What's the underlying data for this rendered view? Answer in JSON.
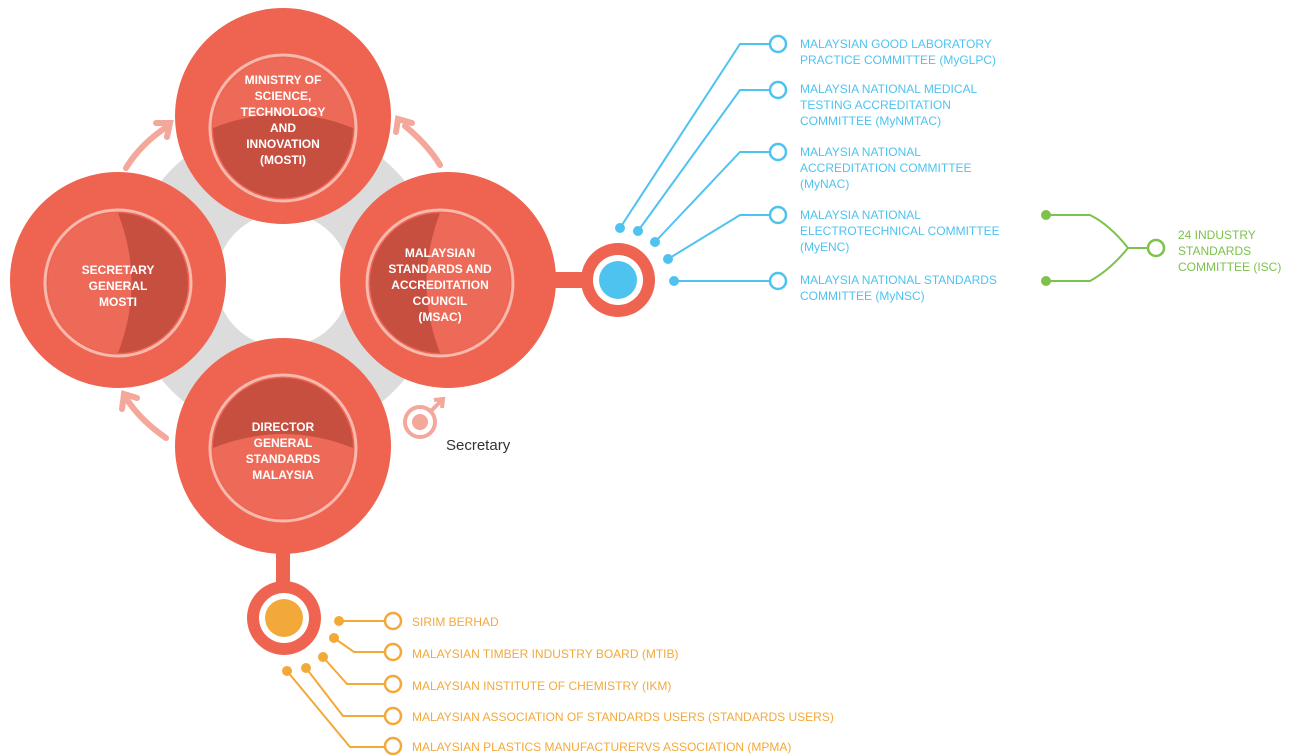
{
  "center_nodes": {
    "mosti": "MINISTRY OF\nSCIENCE,\nTECHNOLOGY\nAND\nINNOVATION\n(MOSTI)",
    "msac": "MALAYSIAN\nSTANDARDS AND\nACCREDITATION\nCOUNCIL\n(MSAC)",
    "secgen": "SECRETARY\nGENERAL\nMOSTI",
    "dg": "DIRECTOR\nGENERAL\nSTANDARDS\nMALAYSIA"
  },
  "secretary_label": "Secretary",
  "blue_committees": [
    "MALAYSIAN GOOD LABORATORY\nPRACTICE COMMITTEE (MyGLPC)",
    "MALAYSIA NATIONAL MEDICAL\nTESTING ACCREDITATION\nCOMMITTEE (MyNMTAC)",
    "MALAYSIA NATIONAL\nACCREDITATION COMMITTEE\n(MyNAC)",
    "MALAYSIA NATIONAL\nELECTROTECHNICAL COMMITTEE\n(MyENC)",
    "MALAYSIA NATIONAL STANDARDS\nCOMMITTEE (MyNSC)"
  ],
  "green_committee": "24 INDUSTRY\nSTANDARDS\nCOMMITTEE (ISC)",
  "orange_members": [
    "SIRIM BERHAD",
    "MALAYSIAN TIMBER INDUSTRY BOARD (MTIB)",
    "MALAYSIAN INSTITUTE OF CHEMISTRY (IKM)",
    "MALAYSIAN ASSOCIATION OF STANDARDS USERS (STANDARDS USERS)",
    "MALAYSIAN PLASTICS MANUFACTURERVS ASSOCIATION (MPMA)"
  ],
  "colors": {
    "coral": "#ef6450",
    "coral_dark": "#c64f40",
    "coral_light": "#f4a79b",
    "gray_ring": "#dcdcdc",
    "blue": "#4fc3f0",
    "green": "#7cc24b",
    "orange": "#f3a93a"
  },
  "icons": {
    "arrows": "curved-arrow-icon",
    "secretary": "secretary-target-icon"
  }
}
